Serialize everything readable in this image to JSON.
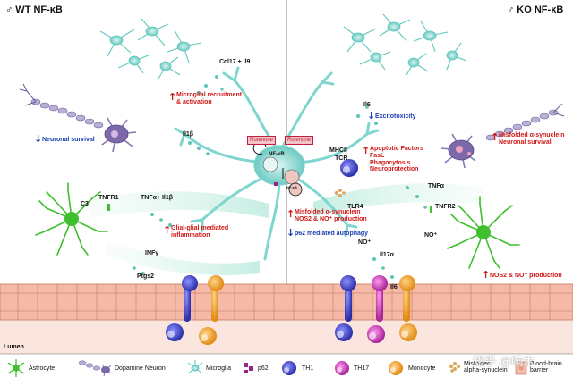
{
  "left_title": "♂ WT NF-κB",
  "right_title": "♂ KO NF-κB",
  "labels": {
    "ccl17": "Ccl17 + Il9",
    "microglial": "Microglial recruitment\n& activation",
    "il1b_top": "Il1β",
    "neuronal_survival": "Neuronal survival",
    "c3": "C3",
    "tnfr1": "TNFR1",
    "tnfa_il1b": "TNFα+ Il1β",
    "glial": "Glial-glial mediated\ninflammation",
    "infy": "INFγ",
    "ptgs2": "Ptgs2",
    "lumen": "Lumen",
    "rotenone_l": "Rotenone",
    "rotenone_r": "Rotenone",
    "nfkb": "NF-κB",
    "nfkb_ko": "NF-κB",
    "il6_top": "Il6",
    "excitotoxicity": "Excitotoxicity",
    "mhcii": "MHCII",
    "tcr": "TCR",
    "apoptotic": "Apoptotic Factors\nFasL\nPhagocytosis\nNeuroprotection",
    "misfolded_right": "Misfolded α-synuclein\nNeuronal survival",
    "tlr4": "TLR4",
    "misfolded_center": "Misfolded α-synuclein\nNOS2 & NO⁺ production",
    "p62": "p62 mediated autophagy",
    "tnfa_right": "TNFα",
    "tnfr2": "TNFR2",
    "no1": "NO⁺",
    "no2": "NO⁺",
    "il17a": "Il17α",
    "il6_bottom": "Il6",
    "nos2_right": "NOS2 & NO⁺ production"
  },
  "legend": {
    "astrocyte": "Astrocyte",
    "dopamine": "Dopamine Neuron",
    "microglia": "Microglia",
    "p62": "p62",
    "th1": "TH1",
    "th17": "TH17",
    "monocyte": "Monocyte",
    "misfolded": "Misfolded\nalpha-synuclein",
    "bbb": "Blood-brain\nbarrier"
  },
  "icons": [
    "astrocyte-icon",
    "dopamine-neuron-icon",
    "microglia-icon",
    "p62-icon",
    "th1-cell-icon",
    "th17-cell-icon",
    "monocyte-icon",
    "misfolded-alpha-synuclein-icon",
    "blood-brain-barrier-icon"
  ],
  "watermark": "知乎 @响木",
  "colors": {
    "microglia": "#7fd6cf",
    "astrocyte": "#3fbf2e",
    "neuron": "#6b5a96",
    "endothelial": "#f3b7a6",
    "th1": "#3d3fc0",
    "th17": "#c23ab8",
    "monocyte": "#f0a22c",
    "red_text": "#d01818",
    "blue_text": "#1a3fb0"
  }
}
